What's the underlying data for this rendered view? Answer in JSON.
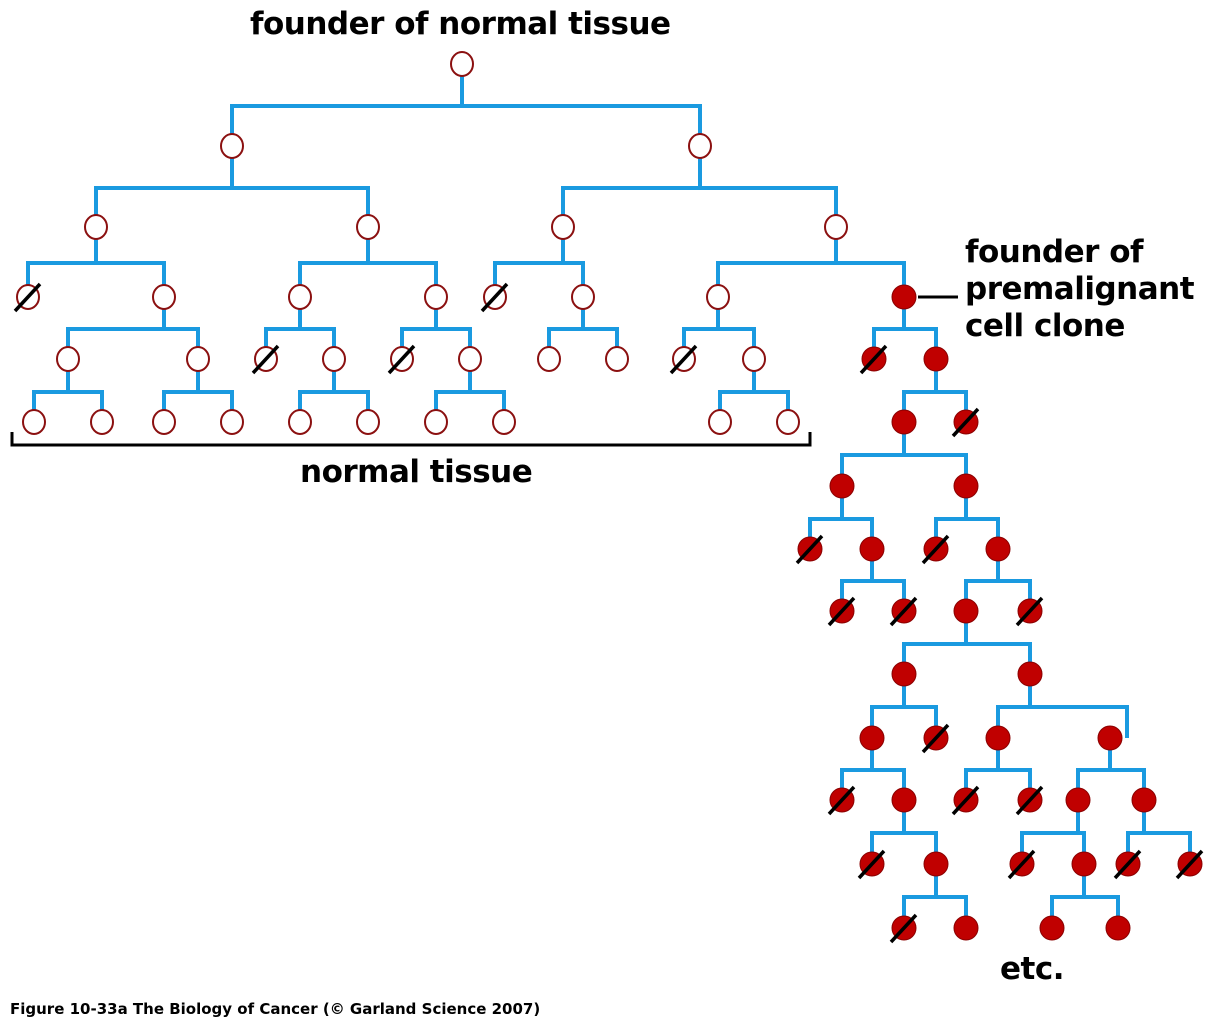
{
  "title": "founder of normal tissue",
  "labels": {
    "normal_tissue": "normal tissue",
    "clone_founder_line1": "founder of",
    "clone_founder_line2": "premalignant",
    "clone_founder_line3": "cell clone",
    "etc": "etc."
  },
  "caption": "Figure 10-33a  The Biology of Cancer (© Garland Science 2007)",
  "colors": {
    "branch": "#1a9ae0",
    "normal_cell_stroke": "#8b1010",
    "premalignant_cell_fill": "#c00000",
    "death_mark": "#000000"
  },
  "legend": {
    "normal_cell": "open circle",
    "premalignant_cell": "filled red circle",
    "dead_cell": "circle with slash"
  },
  "tree": {
    "id": "root",
    "type": "normal",
    "children": [
      {
        "id": "n1",
        "type": "normal",
        "children": [
          {
            "id": "n11",
            "type": "normal",
            "children": [
              {
                "id": "n111",
                "type": "normal",
                "dead": true
              },
              {
                "id": "n112",
                "type": "normal",
                "children": [
                  {
                    "id": "n1121",
                    "type": "normal",
                    "children": [
                      {
                        "id": "n11211",
                        "type": "normal"
                      },
                      {
                        "id": "n11212",
                        "type": "normal"
                      }
                    ]
                  },
                  {
                    "id": "n1122",
                    "type": "normal",
                    "children": [
                      {
                        "id": "n11221",
                        "type": "normal"
                      },
                      {
                        "id": "n11222",
                        "type": "normal"
                      }
                    ]
                  }
                ]
              }
            ]
          },
          {
            "id": "n12",
            "type": "normal",
            "children": [
              {
                "id": "n121",
                "type": "normal",
                "children": [
                  {
                    "id": "n1211",
                    "type": "normal",
                    "dead": true
                  },
                  {
                    "id": "n1212",
                    "type": "normal",
                    "children": [
                      {
                        "id": "n12121",
                        "type": "normal"
                      },
                      {
                        "id": "n12122",
                        "type": "normal"
                      }
                    ]
                  }
                ]
              },
              {
                "id": "n122",
                "type": "normal",
                "children": [
                  {
                    "id": "n1221",
                    "type": "normal",
                    "dead": true
                  },
                  {
                    "id": "n1222",
                    "type": "normal",
                    "children": [
                      {
                        "id": "n12221",
                        "type": "normal"
                      },
                      {
                        "id": "n12222",
                        "type": "normal"
                      }
                    ]
                  }
                ]
              }
            ]
          }
        ]
      },
      {
        "id": "n2",
        "type": "normal",
        "children": [
          {
            "id": "n21",
            "type": "normal",
            "children": [
              {
                "id": "n211",
                "type": "normal",
                "dead": true
              },
              {
                "id": "n212",
                "type": "normal",
                "children": [
                  {
                    "id": "n2121",
                    "type": "normal"
                  },
                  {
                    "id": "n2122",
                    "type": "normal"
                  }
                ]
              }
            ]
          },
          {
            "id": "n22",
            "type": "normal",
            "children": [
              {
                "id": "n221",
                "type": "normal",
                "children": [
                  {
                    "id": "n2211",
                    "type": "normal",
                    "dead": true
                  },
                  {
                    "id": "n2212",
                    "type": "normal",
                    "children": [
                      {
                        "id": "n22121",
                        "type": "normal"
                      },
                      {
                        "id": "n22122",
                        "type": "normal"
                      }
                    ]
                  }
                ]
              },
              {
                "id": "p",
                "type": "premalignant",
                "founder": true,
                "children": [
                  {
                    "id": "p1",
                    "type": "premalignant",
                    "dead": true
                  },
                  {
                    "id": "p2",
                    "type": "premalignant",
                    "children": [
                      {
                        "id": "p21",
                        "type": "premalignant",
                        "children": [
                          {
                            "id": "p211",
                            "type": "premalignant",
                            "children": [
                              {
                                "id": "p2111",
                                "type": "premalignant",
                                "dead": true
                              },
                              {
                                "id": "p2112",
                                "type": "premalignant",
                                "children": [
                                  {
                                    "id": "p21121",
                                    "type": "premalignant",
                                    "dead": true
                                  },
                                  {
                                    "id": "p21122",
                                    "type": "premalignant",
                                    "dead": true
                                  }
                                ]
                              }
                            ]
                          },
                          {
                            "id": "p212",
                            "type": "premalignant",
                            "children": [
                              {
                                "id": "p2121",
                                "type": "premalignant",
                                "dead": true
                              },
                              {
                                "id": "p2122",
                                "type": "premalignant",
                                "children": [
                                  {
                                    "id": "p21221",
                                    "type": "premalignant",
                                    "children": [
                                      {
                                        "id": "q1",
                                        "type": "premalignant",
                                        "children": [
                                          {
                                            "id": "q11",
                                            "type": "premalignant",
                                            "children": [
                                              {
                                                "id": "q111",
                                                "type": "premalignant",
                                                "dead": true
                                              },
                                              {
                                                "id": "q112",
                                                "type": "premalignant",
                                                "children": [
                                                  {
                                                    "id": "q1121",
                                                    "type": "premalignant",
                                                    "dead": true
                                                  },
                                                  {
                                                    "id": "q1122",
                                                    "type": "premalignant",
                                                    "children": [
                                                      {
                                                        "id": "q11221",
                                                        "type": "premalignant",
                                                        "dead": true
                                                      },
                                                      {
                                                        "id": "q11222",
                                                        "type": "premalignant"
                                                      }
                                                    ]
                                                  }
                                                ]
                                              }
                                            ]
                                          },
                                          {
                                            "id": "q12",
                                            "type": "premalignant",
                                            "dead": true
                                          }
                                        ]
                                      },
                                      {
                                        "id": "q2",
                                        "type": "premalignant",
                                        "children": [
                                          {
                                            "id": "q21",
                                            "type": "premalignant",
                                            "children": [
                                              {
                                                "id": "q211",
                                                "type": "premalignant",
                                                "dead": true
                                              },
                                              {
                                                "id": "q212",
                                                "type": "premalignant",
                                                "dead": true
                                              }
                                            ]
                                          },
                                          {
                                            "id": "q22",
                                            "type": "premalignant",
                                            "children": [
                                              {
                                                "id": "q221",
                                                "type": "premalignant",
                                                "children": [
                                                  {
                                                    "id": "q2211",
                                                    "type": "premalignant",
                                                    "dead": true
                                                  },
                                                  {
                                                    "id": "q2212",
                                                    "type": "premalignant",
                                                    "children": [
                                                      {
                                                        "id": "q22121",
                                                        "type": "premalignant"
                                                      },
                                                      {
                                                        "id": "q22122",
                                                        "type": "premalignant"
                                                      }
                                                    ]
                                                  }
                                                ]
                                              },
                                              {
                                                "id": "q222",
                                                "type": "premalignant",
                                                "children": [
                                                  {
                                                    "id": "q2221",
                                                    "type": "premalignant",
                                                    "dead": true
                                                  },
                                                  {
                                                    "id": "q2222",
                                                    "type": "premalignant",
                                                    "dead": true
                                                  }
                                                ]
                                              }
                                            ]
                                          }
                                        ]
                                      }
                                    ]
                                  },
                                  {
                                    "id": "p21222",
                                    "type": "premalignant",
                                    "dead": true
                                  }
                                ]
                              }
                            ]
                          }
                        ]
                      },
                      {
                        "id": "p22",
                        "type": "premalignant",
                        "dead": true
                      }
                    ]
                  }
                ]
              }
            ]
          }
        ]
      }
    ]
  }
}
